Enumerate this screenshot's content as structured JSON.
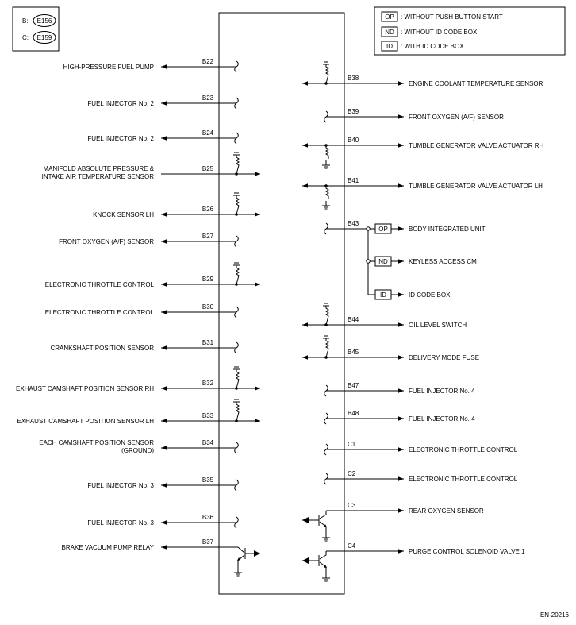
{
  "connectors": [
    {
      "prefix": "B:",
      "code": "E156"
    },
    {
      "prefix": "C:",
      "code": "E159"
    }
  ],
  "legend": [
    {
      "code": "OP",
      "text": ": WITHOUT PUSH BUTTON START"
    },
    {
      "code": "ND",
      "text": ": WITHOUT ID CODE BOX"
    },
    {
      "code": "ID",
      "text": ": WITH ID CODE BOX"
    }
  ],
  "left_pins": [
    {
      "pin": "B22",
      "label": [
        "HIGH-PRESSURE FUEL PUMP"
      ],
      "dir": "out",
      "res": false
    },
    {
      "pin": "B23",
      "label": [
        "FUEL INJECTOR No. 2"
      ],
      "dir": "out",
      "res": false
    },
    {
      "pin": "B24",
      "label": [
        "FUEL INJECTOR No. 2"
      ],
      "dir": "out",
      "res": false
    },
    {
      "pin": "B25",
      "label": [
        "MANIFOLD ABSOLUTE PRESSURE &",
        "INTAKE AIR TEMPERATURE SENSOR"
      ],
      "dir": "in",
      "res": true
    },
    {
      "pin": "B26",
      "label": [
        "KNOCK SENSOR LH"
      ],
      "dir": "both",
      "res": true
    },
    {
      "pin": "B27",
      "label": [
        "FRONT OXYGEN (A/F) SENSOR"
      ],
      "dir": "out",
      "res": false
    },
    {
      "pin": "B29",
      "label": [
        "ELECTRONIC THROTTLE CONTROL"
      ],
      "dir": "both",
      "res": true
    },
    {
      "pin": "B30",
      "label": [
        "ELECTRONIC THROTTLE CONTROL"
      ],
      "dir": "out",
      "res": false
    },
    {
      "pin": "B31",
      "label": [
        "CRANKSHAFT POSITION SENSOR"
      ],
      "dir": "out",
      "res": false
    },
    {
      "pin": "B32",
      "label": [
        "EXHAUST CAMSHAFT POSITION SENSOR RH"
      ],
      "dir": "both",
      "res": true
    },
    {
      "pin": "B33",
      "label": [
        "EXHAUST CAMSHAFT POSITION SENSOR LH"
      ],
      "dir": "both",
      "res": true
    },
    {
      "pin": "B34",
      "label": [
        "EACH CAMSHAFT POSITION SENSOR",
        "(GROUND)"
      ],
      "dir": "out",
      "res": false
    },
    {
      "pin": "B35",
      "label": [
        "FUEL INJECTOR No. 3"
      ],
      "dir": "out",
      "res": false
    },
    {
      "pin": "B36",
      "label": [
        "FUEL INJECTOR No. 3"
      ],
      "dir": "out",
      "res": false
    },
    {
      "pin": "B37",
      "label": [
        "BRAKE VACUUM PUMP RELAY"
      ],
      "dir": "out",
      "res": false
    }
  ],
  "right_pins": [
    {
      "pin": "B38",
      "label": "ENGINE COOLANT TEMPERATURE SENSOR"
    },
    {
      "pin": "B39",
      "label": "FRONT OXYGEN (A/F) SENSOR"
    },
    {
      "pin": "B40",
      "label": "TUMBLE GENERATOR VALVE ACTUATOR RH"
    },
    {
      "pin": "B41",
      "label": "TUMBLE GENERATOR VALVE ACTUATOR LH"
    },
    {
      "pin": "B43",
      "label": "BODY INTEGRATED UNIT"
    },
    {
      "pin": "",
      "label": "KEYLESS ACCESS CM"
    },
    {
      "pin": "",
      "label": "ID CODE BOX"
    },
    {
      "pin": "B44",
      "label": "OIL LEVEL SWITCH"
    },
    {
      "pin": "B45",
      "label": "DELIVERY MODE FUSE"
    },
    {
      "pin": "B47",
      "label": "FUEL INJECTOR No. 4"
    },
    {
      "pin": "B48",
      "label": "FUEL INJECTOR No. 4"
    },
    {
      "pin": "C1",
      "label": "ELECTRONIC THROTTLE CONTROL"
    },
    {
      "pin": "C2",
      "label": "ELECTRONIC THROTTLE CONTROL"
    },
    {
      "pin": "C3",
      "label": "REAR OXYGEN SENSOR"
    },
    {
      "pin": "C4",
      "label": "PURGE CONTROL SOLENOID VALVE 1"
    }
  ],
  "branch_tags": [
    "OP",
    "ND",
    "ID"
  ],
  "figure_code": "EN-20216"
}
